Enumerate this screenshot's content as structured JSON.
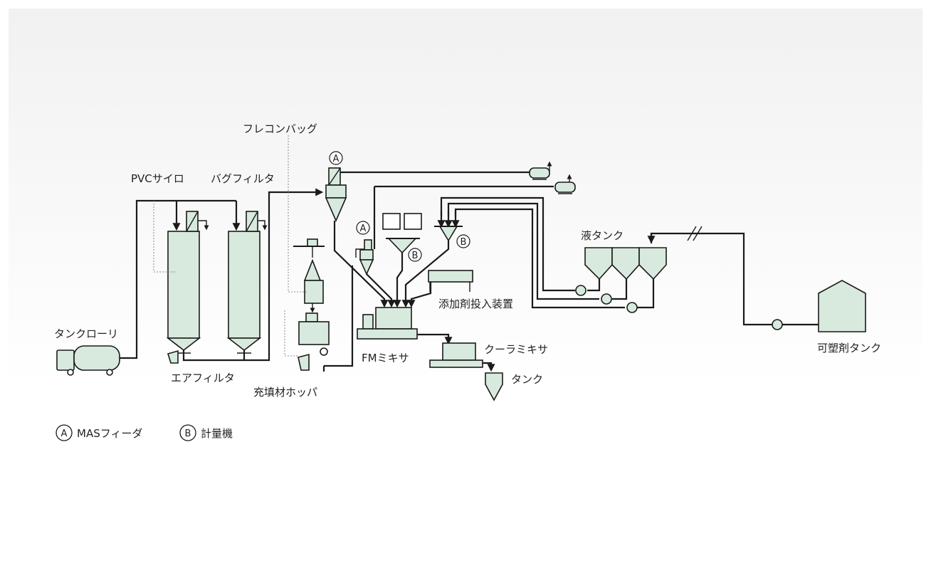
{
  "labels": {
    "pvc_silo": "PVCサイロ",
    "bag_filter": "バグフィルタ",
    "flexible_bag": "フレコンバッグ",
    "tank_lorry": "タンクローリ",
    "air_filter": "エアフィルタ",
    "filler_hopper": "充填材ホッパ",
    "fm_mixer": "FMミキサ",
    "additive_feeder": "添加剤投入装置",
    "liquid_tank": "液タンク",
    "cooler_mixer": "クーラミキサ",
    "tank": "タンク",
    "plasticizer_tank": "可塑剤タンク"
  },
  "markers": {
    "a": "A",
    "b": "B"
  },
  "legend": {
    "a_symbol": "A",
    "a_text": "MASフィーダ",
    "b_symbol": "B",
    "b_text": "計量機"
  },
  "colors": {
    "equipment_fill": "#d7eadd",
    "line": "#1a1a1a",
    "background_band": "#f3f3f3"
  }
}
